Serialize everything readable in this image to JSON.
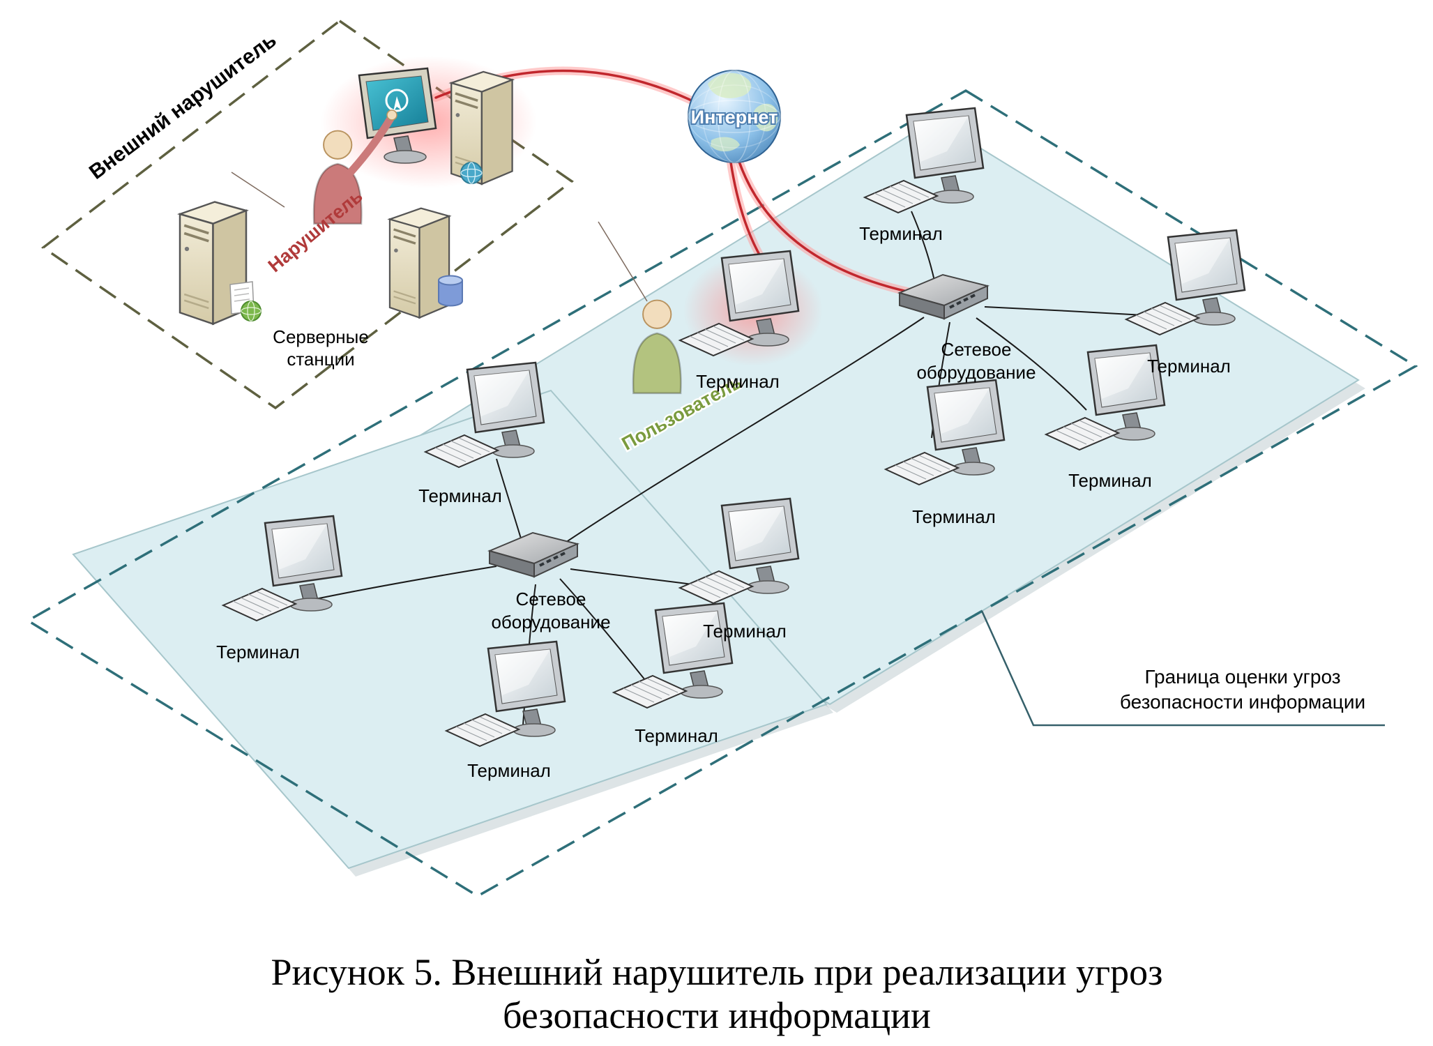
{
  "colors": {
    "attack_red": "#c1272d",
    "external_zone_border": "#5e6040",
    "threat_boundary_teal": "#2e6f79",
    "segment_fill_blue": "#dceef2",
    "intruder_body": "#cb7a7a",
    "user_body": "#b3c37f",
    "intruder_label_red": "#b03a3a",
    "user_label_green": "#7a9b3e"
  },
  "labels": {
    "external_zone": "Внешний нарушитель",
    "intruder": "Нарушитель",
    "user": "Пользователь",
    "internet": "Интернет",
    "terminal": "Терминал",
    "server_stations_line1": "Серверные",
    "server_stations_line2": "станции",
    "network_equipment_line1": "Сетевое",
    "network_equipment_line2": "оборудование",
    "boundary_line1": "Граница оценки угроз",
    "boundary_line2": "безопасности информации"
  },
  "caption": {
    "line1": "Рисунок 5. Внешний нарушитель при реализации угроз",
    "line2": "безопасности информации"
  }
}
